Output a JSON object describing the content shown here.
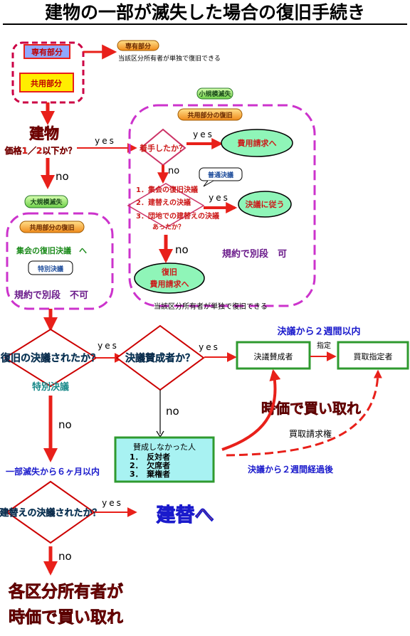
{
  "title": "建物の一部が滅失した場合の復旧手続き",
  "top_left": {
    "senyu": "専有部分",
    "kyoyo": "共用部分",
    "senyu_tag": "専有部分",
    "senyu_note": "当該区分所有者が単独で復旧できる"
  },
  "q_building": {
    "word": "建物",
    "question": "価格1／2以下か？",
    "yes": "yes",
    "no": "no"
  },
  "small_loss": {
    "badge": "小規模滅失",
    "header": "共用部分の復旧",
    "q_started": "着手したか？",
    "yes": "yes",
    "no": "no",
    "cost1": "費用請求へ",
    "futsu": "普通決議",
    "item1": "1．集会の復旧決議",
    "item2": "2．建替えの決議",
    "item3a": "3．団地での建替えの決議",
    "item3b": "あったか？",
    "yes2": "yes",
    "follow": "決議に従う",
    "no2": "no",
    "restore_line1": "復旧",
    "restore_line2": "費用請求へ",
    "bylaw": "規約で別段　可",
    "note": "当該区分所有者が単独で復旧できる"
  },
  "large_loss": {
    "badge": "大規模滅失",
    "header": "共用部分の復旧",
    "resolution": "集会の復旧決議　へ",
    "special": "特別決議",
    "bylaw": "規約で別段　不可"
  },
  "q_restore": {
    "question": "復旧の決議されたか？",
    "special": "特別決議",
    "yes": "yes",
    "no": "no"
  },
  "q_agreed": {
    "question": "決議賛成者か？",
    "yes": "yes",
    "no": "no"
  },
  "buyer": {
    "two_weeks": "決議から２週間以内",
    "designate": "指定",
    "agreed_box": "決議賛成者",
    "designated_box": "買取指定者",
    "market_price": "時価で買い取れ",
    "claim_right": "買取請求権",
    "after_two_weeks": "決議から２週間経過後"
  },
  "not_agreed": {
    "title": "賛成しなかった人",
    "r1": "1．　反対者",
    "r2": "2．　欠席者",
    "r3": "3．　棄権者"
  },
  "six_months": "一部滅失から６ヶ月以内",
  "q_rebuild": {
    "question": "建替えの決議されたか？",
    "yes": "yes",
    "result": "建替へ",
    "no": "no"
  },
  "final": {
    "line1": "各区分所有者が",
    "line2": "時価で買い取れ"
  },
  "colors": {
    "arrow_red": "#e8201a",
    "dashed_magenta": "#cc33cc",
    "box_green": "#2f9a2f",
    "oval_fill": "#8ff5b8",
    "cyan_fill": "#a8f2f2",
    "badge_orange": "#f5a623",
    "blue_text": "#1a1acc",
    "purple_text": "#6a1a8a"
  }
}
